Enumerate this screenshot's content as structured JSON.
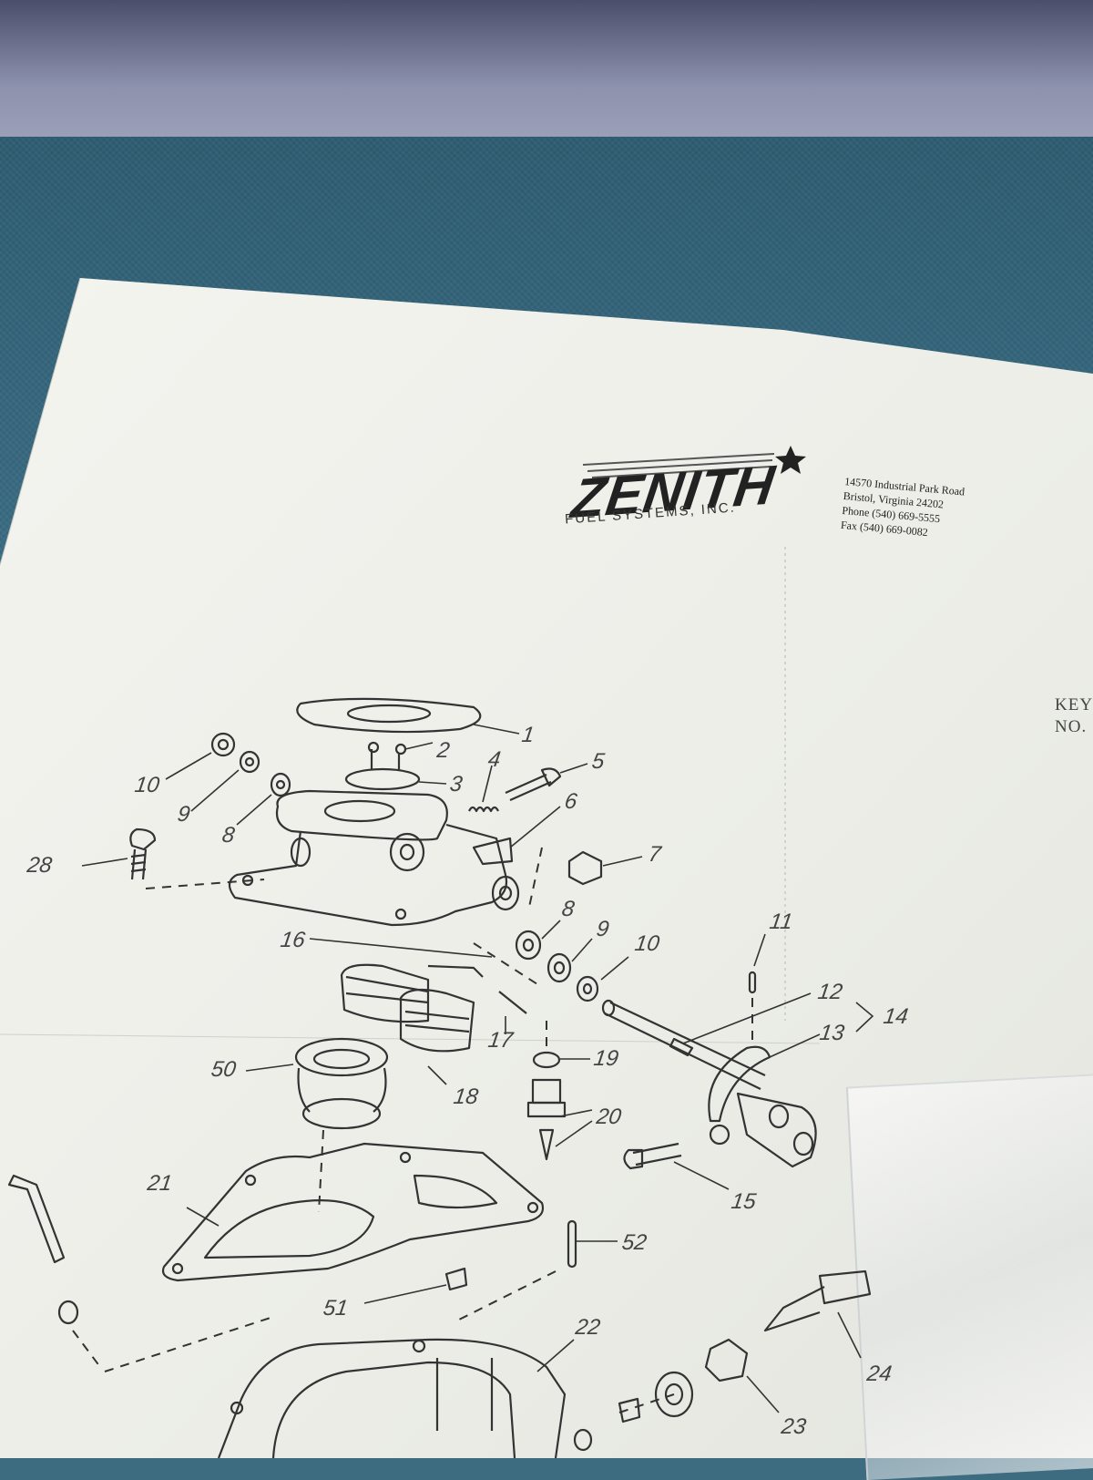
{
  "document": {
    "brand": "ZENITH",
    "subbrand": "FUEL SYSTEMS, INC.",
    "address": [
      "14570 Industrial Park Road",
      "Bristol, Virginia 24202",
      "Phone (540) 669-5555",
      "Fax (540) 669-0082"
    ],
    "key_header": [
      "KEY",
      "NO."
    ]
  },
  "callouts": [
    "1",
    "2",
    "3",
    "4",
    "5",
    "6",
    "7",
    "8",
    "9",
    "10",
    "8",
    "9",
    "10",
    "11",
    "12",
    "13",
    "14",
    "15",
    "16",
    "17",
    "18",
    "19",
    "20",
    "21",
    "22",
    "23",
    "24",
    "28",
    "50",
    "51",
    "52"
  ],
  "icons": [
    "star-icon",
    "logo-stripes"
  ]
}
